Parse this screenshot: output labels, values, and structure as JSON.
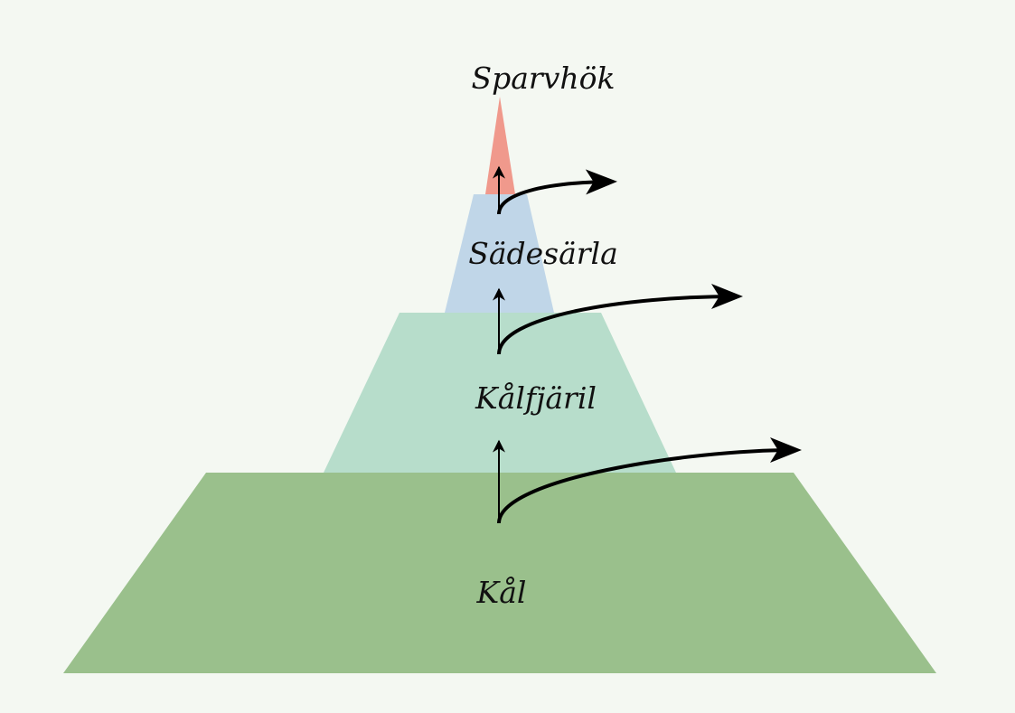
{
  "title": "Food chain pyramid",
  "levels": [
    {
      "name": "Sparvhök",
      "color": "#f0998c"
    },
    {
      "name": "Sädesärla",
      "color": "#c0d6e8"
    },
    {
      "name": "Kålfjäril",
      "color": "#b7ddcb"
    },
    {
      "name": "Kål",
      "color": "#9ac08c"
    }
  ],
  "colors": {
    "background": "#f4f8f2",
    "arrow": "#000000"
  }
}
